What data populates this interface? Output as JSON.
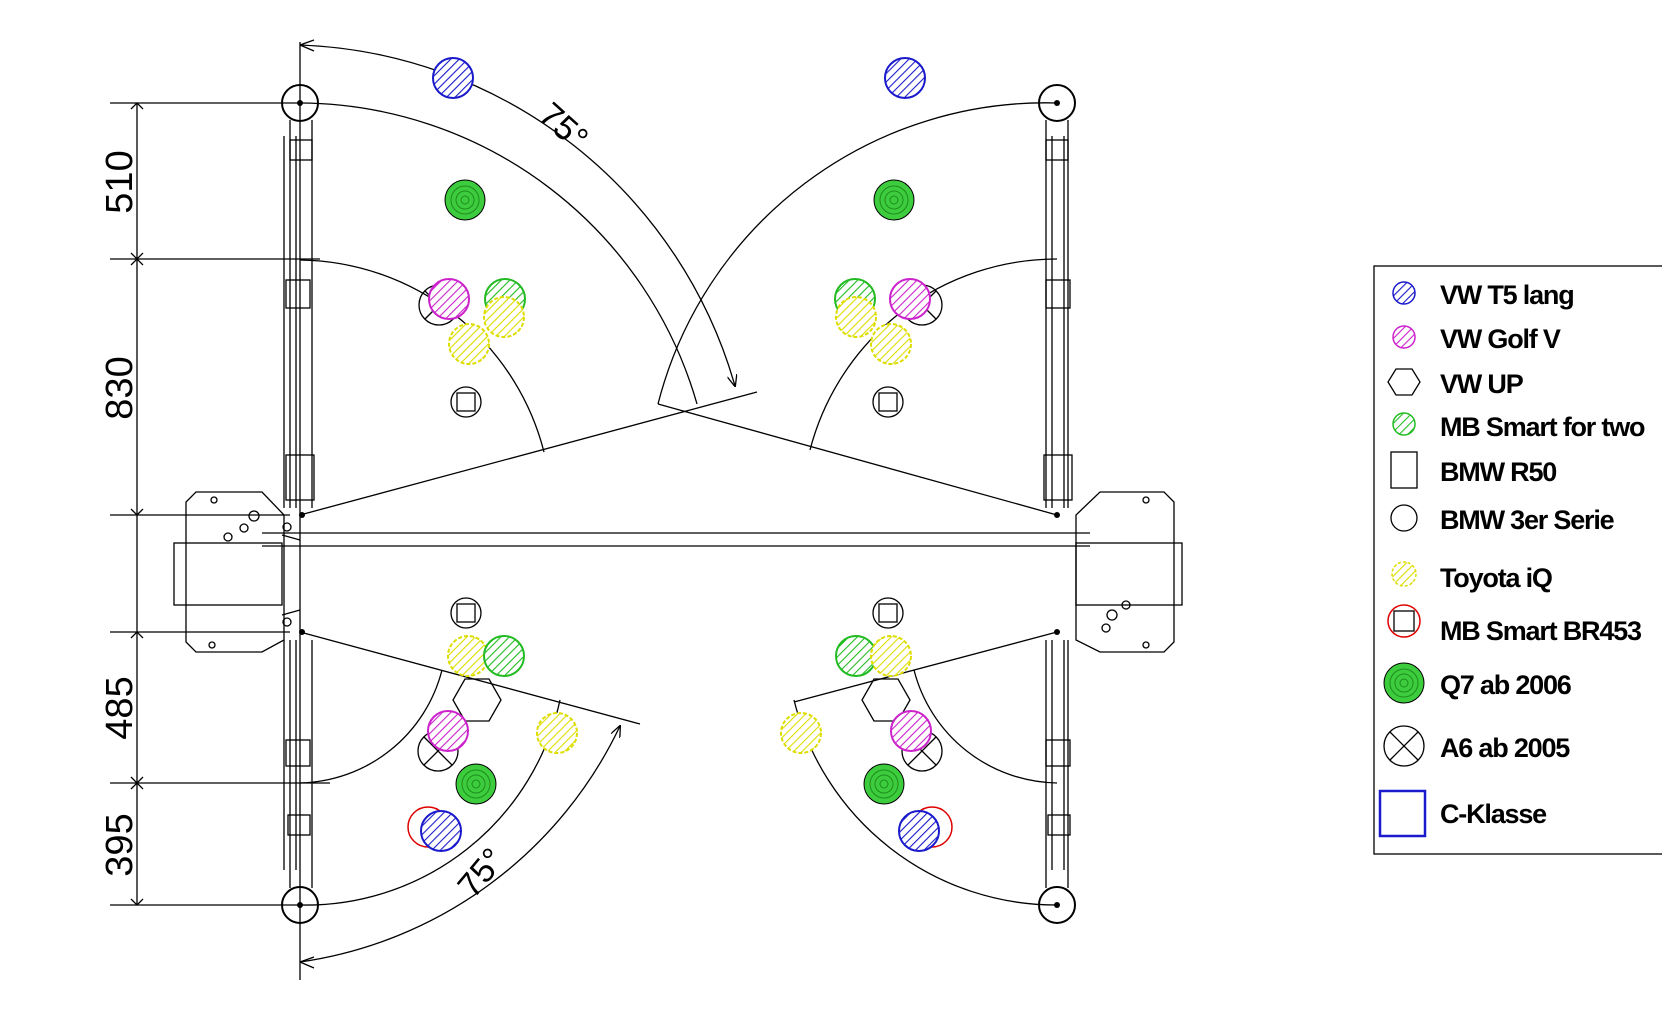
{
  "dimensions": {
    "d1": "510",
    "d2": "830",
    "d3": "485",
    "d4": "395"
  },
  "angles": {
    "top": "75°",
    "bottom": "75°"
  },
  "legend": {
    "items": [
      {
        "label": "VW T5 lang",
        "symbol": "hatched-circle",
        "color": "#1a1acc"
      },
      {
        "label": "VW Golf V",
        "symbol": "hatched-circle",
        "color": "#cc22cc"
      },
      {
        "label": "VW UP",
        "symbol": "hexagon",
        "color": "#000000"
      },
      {
        "label": "MB Smart for two",
        "symbol": "hatched-circle",
        "color": "#22bb22"
      },
      {
        "label": "BMW R50",
        "symbol": "rectangle",
        "color": "#000000"
      },
      {
        "label": "BMW 3er Serie",
        "symbol": "circle",
        "color": "#000000"
      },
      {
        "label": "Toyota iQ",
        "symbol": "hatched-circle",
        "color": "#dddd00"
      },
      {
        "label": "MB Smart BR453",
        "symbol": "square-in-red-circle",
        "color": "#dd0000"
      },
      {
        "label": "Q7 ab 2006",
        "symbol": "concentric-circle",
        "color": "#22bb22"
      },
      {
        "label": "A6 ab 2005",
        "symbol": "crossed-circle",
        "color": "#000000"
      },
      {
        "label": "C-Klasse",
        "symbol": "square",
        "color": "#1a1acc"
      }
    ]
  }
}
